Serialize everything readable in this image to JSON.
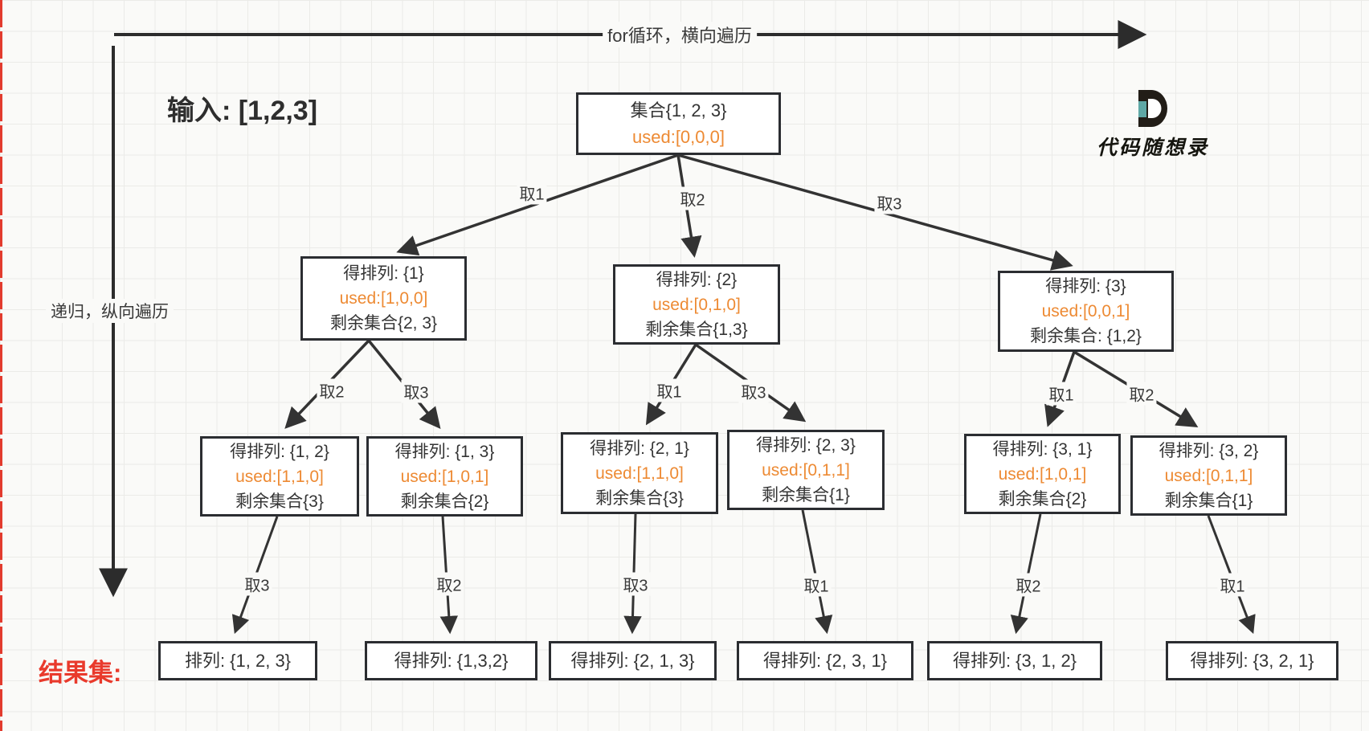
{
  "page": {
    "top_arrow_label": "for循环，横向遍历",
    "left_arrow_label": "递归，纵向遍历",
    "input_label": "输入: [1,2,3]",
    "result_set_label": "结果集:",
    "logo_text": "代码随想录"
  },
  "colors": {
    "accent_orange": "#ED8A33",
    "line_dark": "#333333",
    "result_red": "#E93A2C",
    "logo_teal": "#5FA8A6"
  },
  "tree": {
    "root": {
      "line1": "集合{1, 2, 3}",
      "used": "used:[0,0,0]"
    },
    "level2": [
      {
        "title": "得排列: {1}",
        "used": "used:[1,0,0]",
        "rest": "剩余集合{2, 3}"
      },
      {
        "title": "得排列: {2}",
        "used": "used:[0,1,0]",
        "rest": "剩余集合{1,3}"
      },
      {
        "title": "得排列: {3}",
        "used": "used:[0,0,1]",
        "rest": "剩余集合: {1,2}"
      }
    ],
    "level3": [
      {
        "title": "得排列: {1, 2}",
        "used": "used:[1,1,0]",
        "rest": "剩余集合{3}"
      },
      {
        "title": "得排列: {1, 3}",
        "used": "used:[1,0,1]",
        "rest": "剩余集合{2}"
      },
      {
        "title": "得排列: {2, 1}",
        "used": "used:[1,1,0]",
        "rest": "剩余集合{3}"
      },
      {
        "title": "得排列: {2, 3}",
        "used": "used:[0,1,1]",
        "rest": "剩余集合{1}"
      },
      {
        "title": "得排列: {3, 1}",
        "used": "used:[1,0,1]",
        "rest": "剩余集合{2}"
      },
      {
        "title": "得排列: {3, 2}",
        "used": "used:[0,1,1]",
        "rest": "剩余集合{1}"
      }
    ],
    "results": [
      "排列: {1, 2, 3}",
      "得排列: {1,3,2}",
      "得排列: {2, 1, 3}",
      "得排列: {2, 3, 1}",
      "得排列: {3, 1, 2}",
      "得排列: {3, 2, 1}"
    ],
    "edges": {
      "root_to_l2": [
        "取1",
        "取2",
        "取3"
      ],
      "l2_to_l3": [
        "取2",
        "取3",
        "取1",
        "取3",
        "取1",
        "取2"
      ],
      "l3_to_results": [
        "取3",
        "取2",
        "取3",
        "取1",
        "取2",
        "取1"
      ]
    }
  }
}
